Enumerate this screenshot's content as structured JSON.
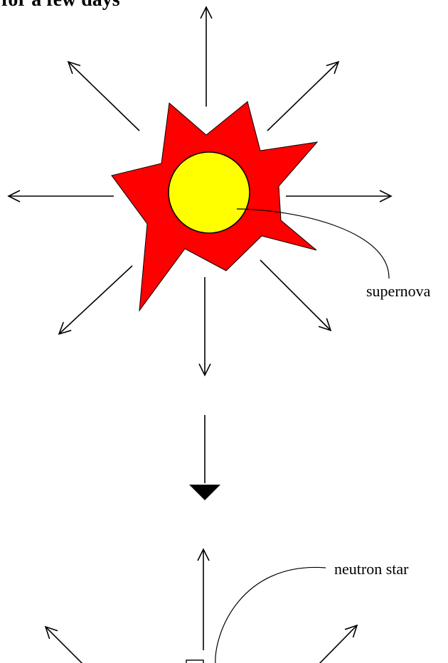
{
  "heading": "for a few days",
  "labels": {
    "supernova": "supernova",
    "neutron_star": "neutron star"
  },
  "colors": {
    "burst_fill": "#ff0000",
    "core_fill": "#ffff00",
    "line": "#000000",
    "background": "#ffffff"
  }
}
